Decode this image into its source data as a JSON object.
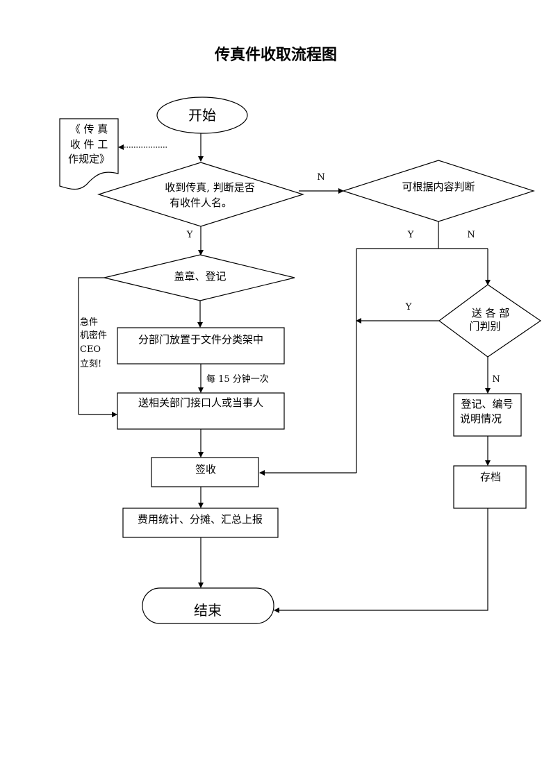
{
  "title": "传真件收取流程图",
  "nodes": {
    "start": "开始",
    "doc_1": "《 传 真",
    "doc_2": "收 件 工",
    "doc_3": "作规定》",
    "receive_1": "收到传真, 判断是否",
    "receive_2": "有收件人名。",
    "content_judge": "可根据内容判断",
    "stamp": "盖章、登记",
    "dept_1": "送 各 部",
    "dept_2": "门判别",
    "classify": "分部门放置于文件分类架中",
    "send": "送相关部门接口人或当事人",
    "register_1": "登记、编号",
    "register_2": "说明情况",
    "sign": "签收",
    "archive": "存档",
    "expense": "费用统计、分摊、汇总上报",
    "end": "结束"
  },
  "labels": {
    "n1": "N",
    "y1": "Y",
    "y2": "Y",
    "n2": "N",
    "y3": "Y",
    "n3": "N",
    "interval": "每 15 分钟一次",
    "urgent_1": "急件",
    "urgent_2": "机密件",
    "urgent_3": "CEO",
    "urgent_4": "立刻!"
  }
}
